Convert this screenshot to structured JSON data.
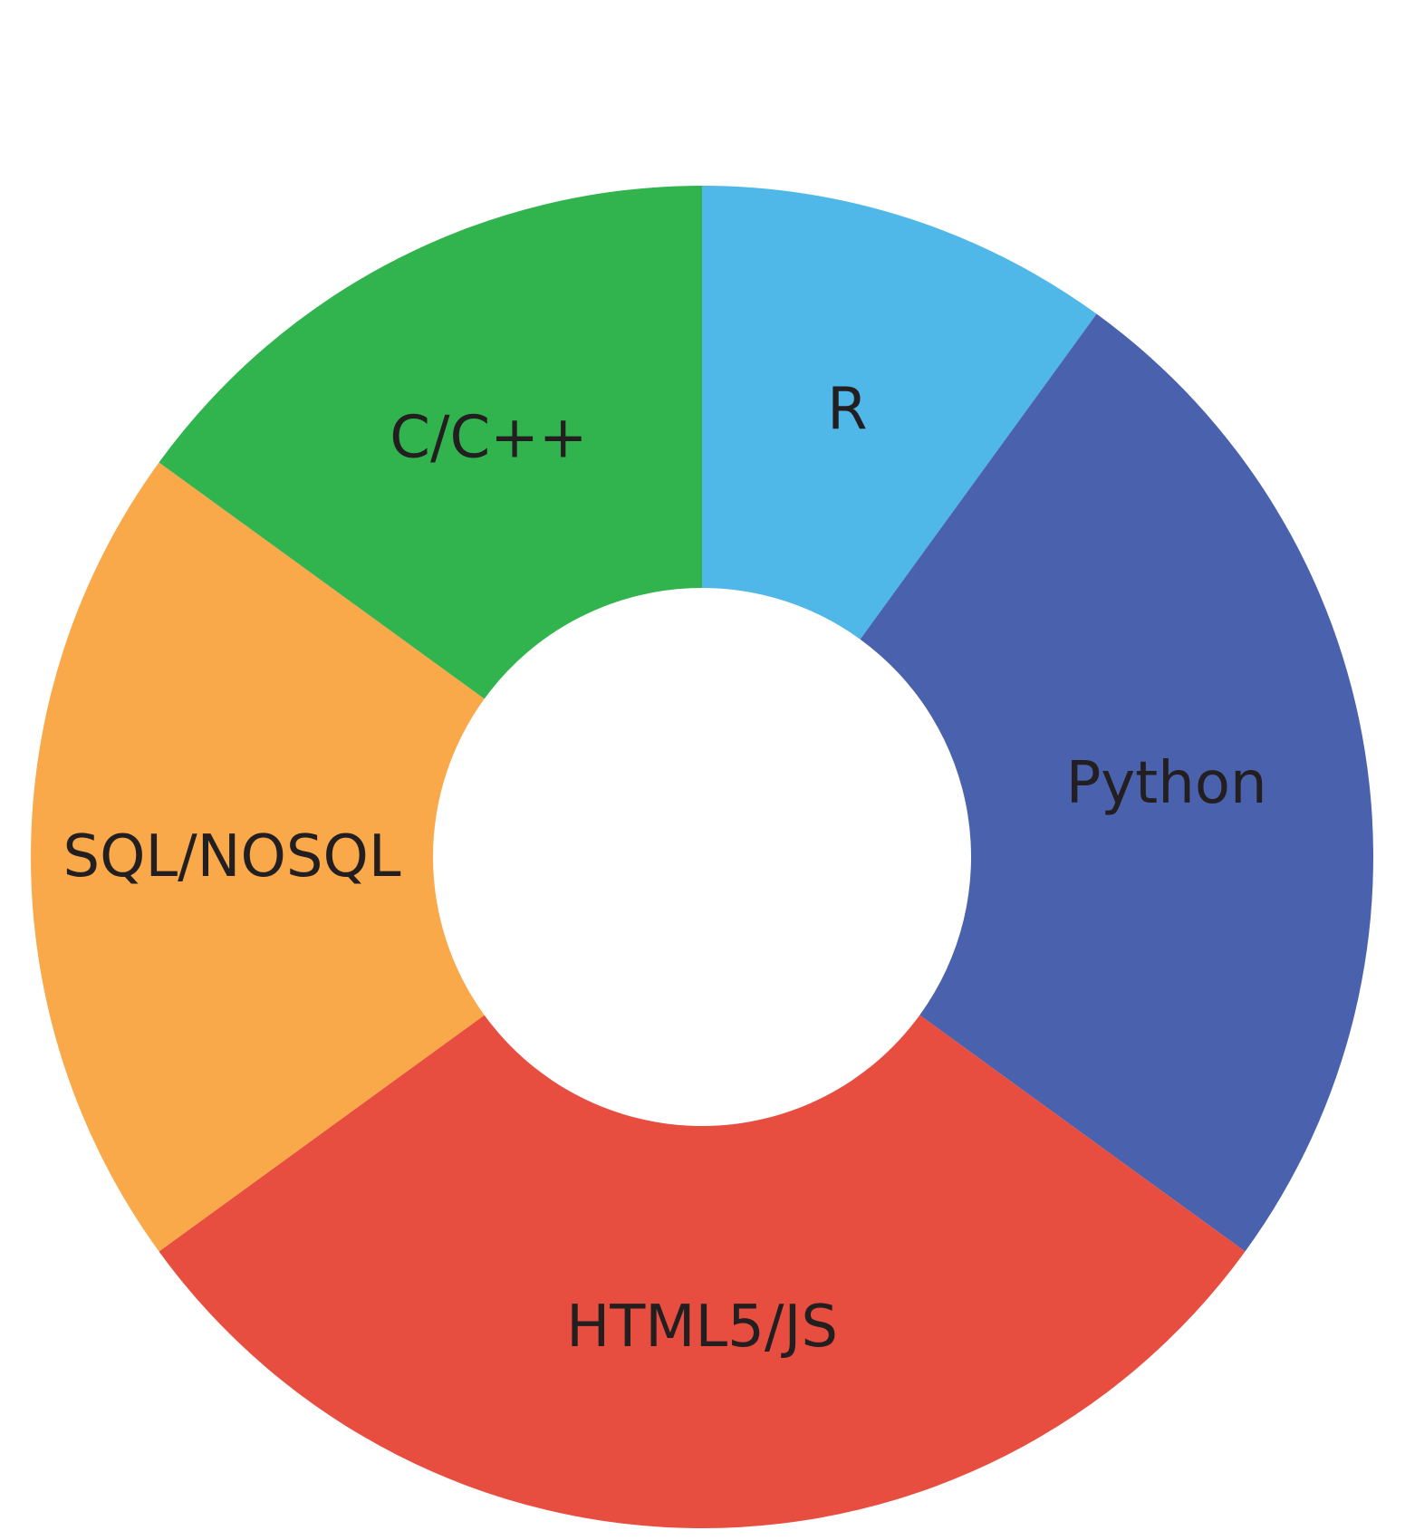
{
  "chart_data": {
    "type": "pie",
    "variant": "donut",
    "title": "",
    "categories": [
      "R",
      "Python",
      "HTML5/JS",
      "SQL/NOSQL",
      "C/C++"
    ],
    "values": [
      10,
      25,
      30,
      20,
      15
    ],
    "unit": "%",
    "colors": [
      "#4fb8e9",
      "#4a62ad",
      "#e84e3f",
      "#f9a84a",
      "#31b34e"
    ],
    "start_angle_deg": 0,
    "direction": "clockwise",
    "legend": "none",
    "labels_on_slices": true
  }
}
